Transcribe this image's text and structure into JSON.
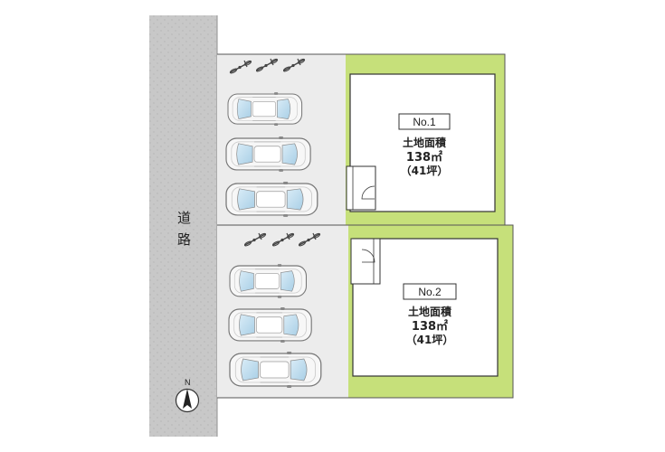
{
  "road": {
    "label_chars": [
      "道",
      "路"
    ]
  },
  "compass": {
    "north_label": "N"
  },
  "lots": [
    {
      "number": "No.1",
      "area_title": "土地面積",
      "area_m2": "138㎡",
      "area_tsubo": "（41坪）"
    },
    {
      "number": "No.2",
      "area_title": "土地面積",
      "area_m2": "138㎡",
      "area_tsubo": "（41坪）"
    }
  ],
  "colors": {
    "road": "#c8c8c8",
    "lot_ground": "#ececec",
    "garden_green": "#c6e07a",
    "lot_outline": "#555555"
  },
  "icons": {
    "car": "car-icon",
    "bicycle": "bicycle-icon",
    "compass": "north-arrow-icon",
    "entrance": "entrance-door-icon"
  }
}
